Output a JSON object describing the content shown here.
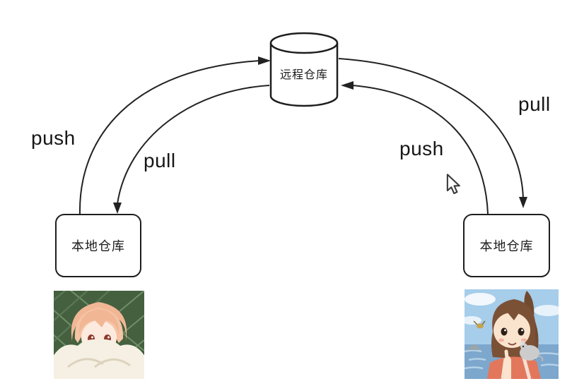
{
  "remote_repo": {
    "label": "远程仓库"
  },
  "local_repos": [
    {
      "label": "本地仓库"
    },
    {
      "label": "本地仓库"
    }
  ],
  "flow_labels": {
    "left_push": "push",
    "left_pull": "pull",
    "right_push": "push",
    "right_pull": "pull"
  },
  "avatars": {
    "left_alt": "anime boy with orange hair wrapped in white blanket, green fence background",
    "right_alt": "anime girl with brown ponytail and mouse on shoulder, sky and sea background"
  },
  "colors": {
    "stroke": "#1e1e1e",
    "text": "#1a1a1a",
    "background": "#ffffff"
  }
}
